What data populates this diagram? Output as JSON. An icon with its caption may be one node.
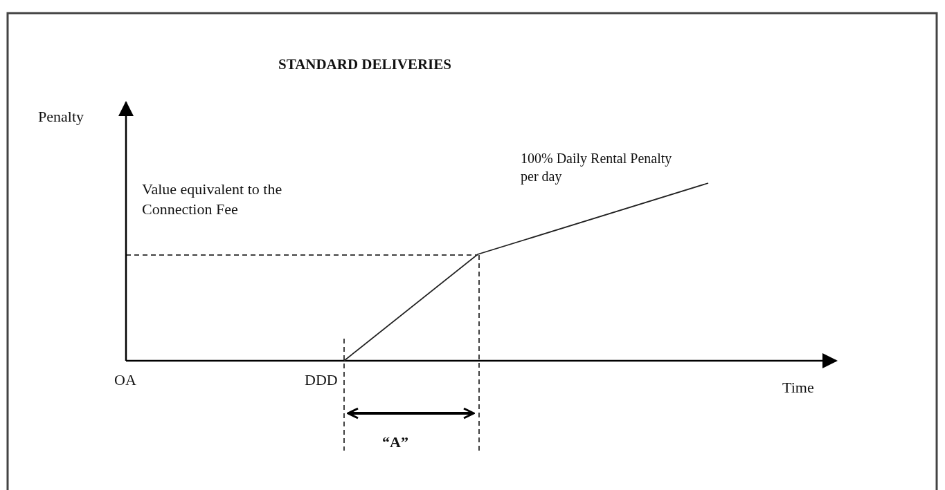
{
  "diagram": {
    "title": "STANDARD DELIVERIES",
    "labels": [
      "Penalty",
      "100% Daily Rental Penalty per day",
      "Value equivalent to the Connection Fee",
      "OA",
      "DDD",
      "Time",
      "“A”"
    ]
  }
}
